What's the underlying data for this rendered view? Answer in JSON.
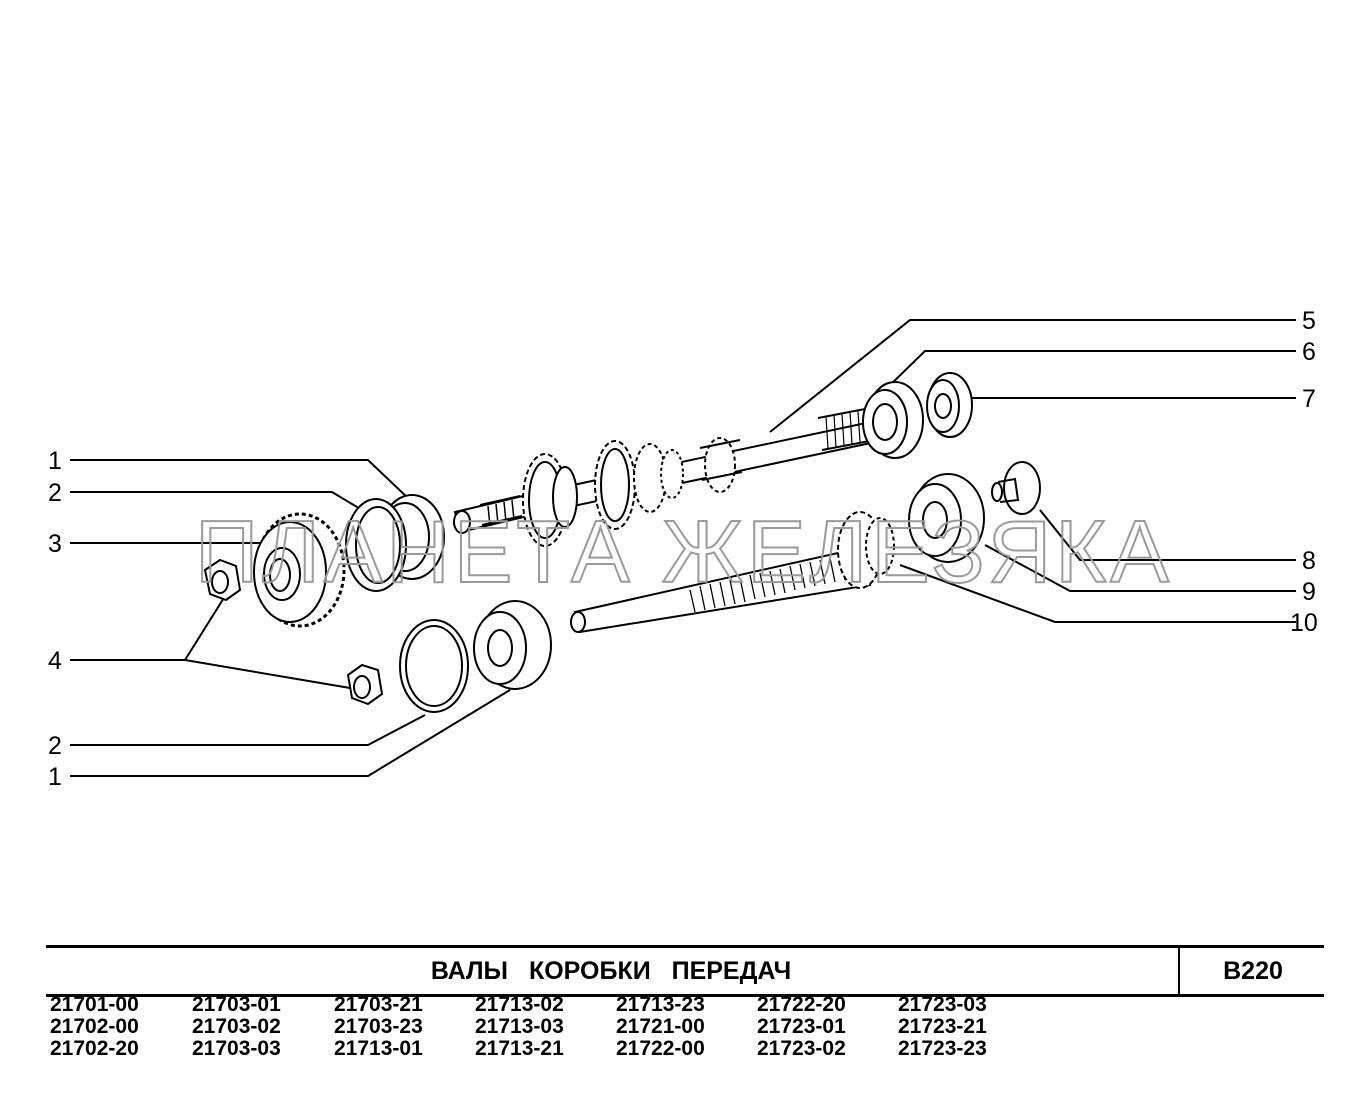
{
  "callouts": {
    "c1": "1",
    "c2": "2",
    "c3": "3",
    "c4": "4",
    "c5": "5",
    "c6": "6",
    "c7": "7",
    "c8": "8",
    "c9": "9",
    "c10": "10",
    "c2b": "2",
    "c1b": "1"
  },
  "watermark": "ПЛАНЕТА ЖЕЛЕЗЯКА",
  "title_block": {
    "title": "ВАЛЫ КОРОБКИ ПЕРЕДАЧ",
    "code": "В220"
  },
  "models": [
    [
      "21701-00",
      "21702-00",
      "21702-20"
    ],
    [
      "21703-01",
      "21703-02",
      "21703-03"
    ],
    [
      "21703-21",
      "21703-23",
      "21713-01"
    ],
    [
      "21713-02",
      "21713-03",
      "21713-21"
    ],
    [
      "21713-23",
      "21721-00",
      "21722-00"
    ],
    [
      "21722-20",
      "21723-01",
      "21723-02"
    ],
    [
      "21723-03",
      "21723-21",
      "21723-23"
    ]
  ]
}
